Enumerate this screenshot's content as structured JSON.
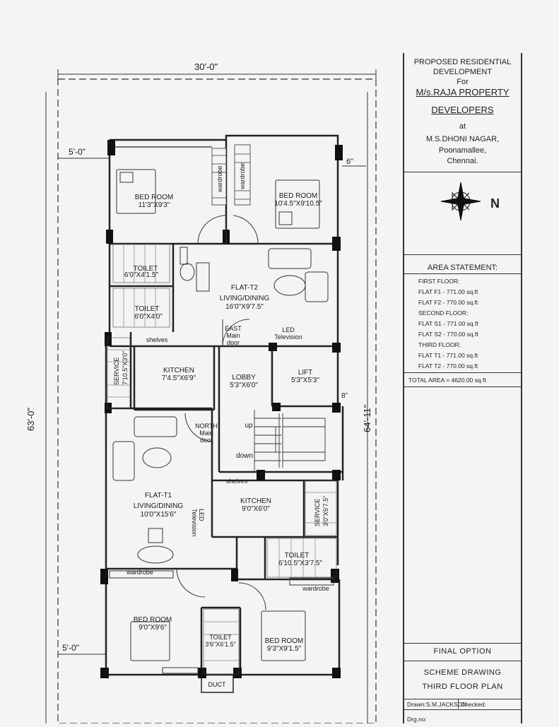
{
  "dimensions": {
    "width_top": "30'-0\"",
    "setback_left_top": "5'-0\"",
    "setback_left_bottom": "5'-0\"",
    "setback_right": "6\"",
    "height_left": "63'-0\"",
    "height_right": "64'-11\"",
    "small_dim": "8\""
  },
  "rooms": {
    "bed1": {
      "name": "BED ROOM",
      "size": "11'3\"X9'3\""
    },
    "bed2": {
      "name": "BED ROOM",
      "size": "10'4.5\"X9'10.5\""
    },
    "wardrobe": "wardrobe",
    "toilet1": {
      "name": "TOILET",
      "size": "6'0\"X4'1.5\""
    },
    "toilet2": {
      "name": "TOILET",
      "size": "6'0\"X4'0\""
    },
    "flat_t2": {
      "name": "FLAT-T2",
      "use": "LIVING/DINING",
      "size": "16'0\"X9'7.5\""
    },
    "east_door": "EAST\nMain\ndoor",
    "led_tv": "LED\nTelevision",
    "shelves": "shelves",
    "kitchen_t2": {
      "name": "KITCHEN",
      "size": "7'4.5\"X6'9\""
    },
    "service_t2": {
      "name": "SERVICE",
      "size": "7'10.5\"X3'0\""
    },
    "lobby": {
      "name": "LOBBY",
      "size": "5'3\"X6'0\""
    },
    "lift": {
      "name": "LIFT",
      "size": "5'3\"X5'3\""
    },
    "north_door": "NORTH\nMain\ndoor",
    "stair_up": "up",
    "stair_down": "down",
    "flat_t1": {
      "name": "FLAT-T1",
      "use": "LIVING/DINING",
      "size": "10'0\"X15'6\""
    },
    "kitchen_t1": {
      "name": "KITCHEN",
      "size": "9'0\"X6'0\""
    },
    "service_t1": {
      "name": "SERVICE",
      "size": "3'0\"X5'7.5\""
    },
    "toilet3": {
      "name": "TOILET",
      "size": "6'10.5\"X3'7.5\""
    },
    "bed3": {
      "name": "BED ROOM",
      "size": "9'0\"X9'6\""
    },
    "toilet4": {
      "name": "TOILET",
      "size": "3'6\"X6'1.5\""
    },
    "bed4": {
      "name": "BED ROOM",
      "size": "9'3\"X9'1.5\""
    },
    "duct": "DUCT"
  },
  "title_block": {
    "l1": "PROPOSED RESIDENTIAL",
    "l2": "DEVELOPMENT",
    "l3": "For",
    "l4": "M/s.RAJA PROPERTY",
    "l5": "DEVELOPERS",
    "l6": "at",
    "l7": "M.S.DHONI NAGAR,",
    "l8": "Poonamallee,",
    "l9": "Chennai.",
    "north": "N"
  },
  "area_statement": {
    "title": "AREA STATEMENT:",
    "rows": [
      "FIRST FLOOR:",
      "FLAT F1 - 771.00 sq.ft",
      "FLAT F2 - 770.00 sq.ft",
      "SECOND FLOOR:",
      "FLAT S1 - 771.00 sq.ft",
      "FLAT S2 - 770.00 sq.ft",
      "THIRD FLOOR:",
      "FLAT T1 - 771.00 sq.ft",
      "FLAT T2 - 770.00 sq.ft"
    ],
    "total": "TOTAL AREA = 4620.00 sq.ft"
  },
  "footer": {
    "option": "FINAL OPTION",
    "scheme": "SCHEME DRAWING",
    "floor": "THIRD FLOOR PLAN",
    "drawn": "Drawn:S.M.JACKSON",
    "checked": "Checked:",
    "dwg_no": "Drg.no:"
  }
}
